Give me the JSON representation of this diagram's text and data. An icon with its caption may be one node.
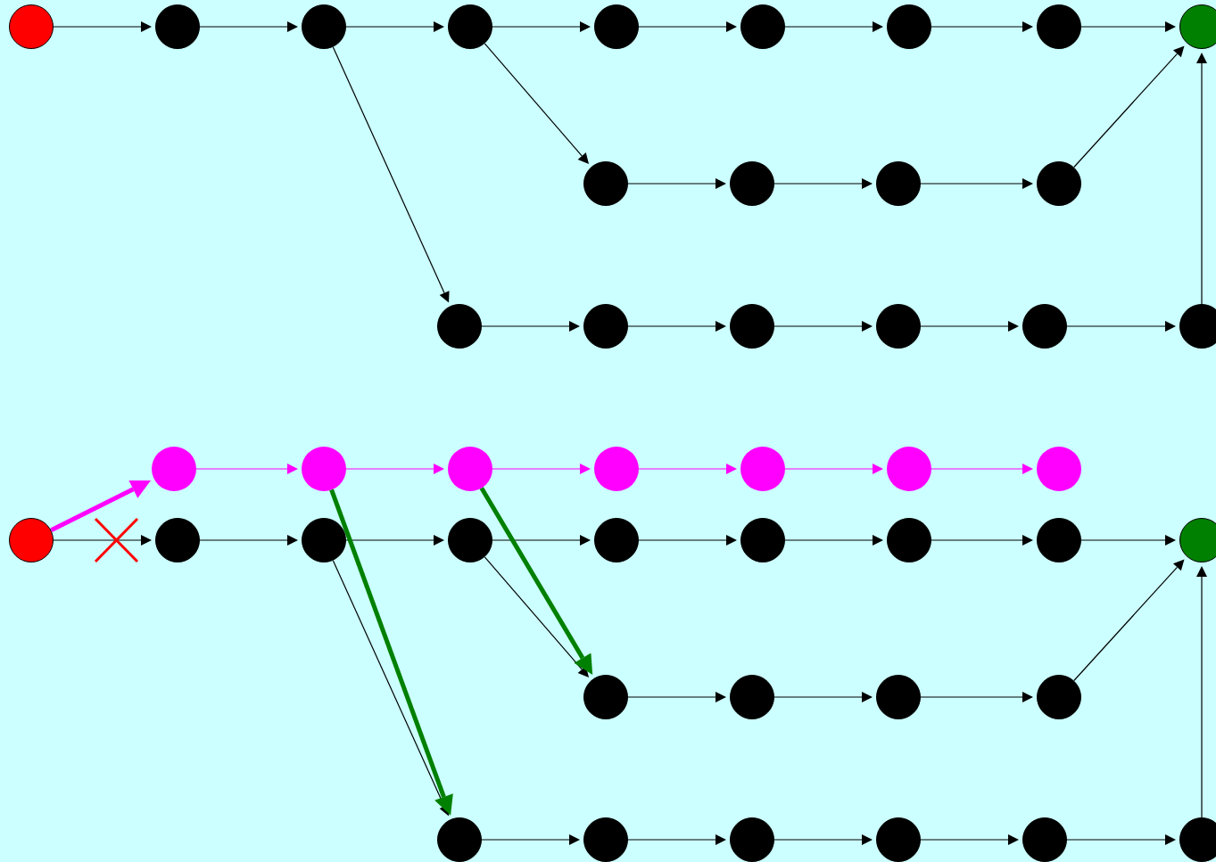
{
  "diagram": {
    "nodes": [
      {
        "text": [],
        "shape": "circle"
      },
      {
        "text": [],
        "shape": "circle"
      },
      {
        "text": [],
        "shape": "circle"
      },
      {
        "text": [],
        "shape": "circle"
      },
      {
        "text": [],
        "shape": "circle"
      },
      {
        "text": [],
        "shape": "circle"
      },
      {
        "text": [],
        "shape": "circle"
      },
      {
        "text": [],
        "shape": "circle"
      },
      {
        "text": [],
        "shape": "circle"
      },
      {
        "text": [],
        "shape": "circle"
      },
      {
        "text": [],
        "shape": "circle"
      },
      {
        "text": [],
        "shape": "circle"
      },
      {
        "text": [],
        "shape": "circle"
      },
      {
        "text": [],
        "shape": "circle"
      },
      {
        "text": [],
        "shape": "circle"
      },
      {
        "text": [],
        "shape": "circle"
      },
      {
        "text": [],
        "shape": "circle"
      },
      {
        "text": [],
        "shape": "circle"
      },
      {
        "text": [],
        "shape": "circle"
      },
      {
        "text": [],
        "shape": "circle"
      },
      {
        "text": [],
        "shape": "circle"
      },
      {
        "text": [],
        "shape": "circle"
      },
      {
        "text": [],
        "shape": "circle"
      },
      {
        "text": [],
        "shape": "circle"
      },
      {
        "text": [],
        "shape": "circle"
      },
      {
        "text": [],
        "shape": "circle"
      },
      {
        "text": [],
        "shape": "circle"
      },
      {
        "text": [],
        "shape": "circle"
      },
      {
        "text": [],
        "shape": "circle"
      },
      {
        "text": [],
        "shape": "circle"
      },
      {
        "text": [],
        "shape": "circle"
      },
      {
        "text": [],
        "shape": "circle"
      },
      {
        "text": [],
        "shape": "circle"
      },
      {
        "text": [],
        "shape": "circle"
      },
      {
        "text": [],
        "shape": "circle"
      },
      {
        "text": [],
        "shape": "circle"
      },
      {
        "text": [],
        "shape": "circle"
      },
      {
        "text": [],
        "shape": "circle"
      },
      {
        "text": [],
        "shape": "circle"
      },
      {
        "text": [],
        "shape": "circle"
      },
      {
        "text": [],
        "shape": "circle"
      },
      {
        "text": [],
        "shape": "circle"
      },
      {
        "text": [],
        "shape": "circle"
      },
      {
        "text": [],
        "shape": "circle"
      },
      {
        "text": [],
        "shape": "circle"
      }
    ],
    "edges": [
      {
        "from": 0,
        "to": 1,
        "arrow": "to"
      },
      {
        "from": 1,
        "to": 2,
        "arrow": "to"
      },
      {
        "from": 2,
        "to": 3,
        "arrow": "to"
      },
      {
        "from": 3,
        "to": 4,
        "arrow": "to"
      },
      {
        "from": 4,
        "to": 5,
        "arrow": "to"
      },
      {
        "from": 5,
        "to": 6,
        "arrow": "to"
      },
      {
        "from": 6,
        "to": 7,
        "arrow": "to"
      },
      {
        "from": 7,
        "to": 8,
        "arrow": "to"
      },
      {
        "from": 2,
        "to": 13,
        "arrow": "to"
      },
      {
        "from": 3,
        "to": 9,
        "arrow": "to"
      },
      {
        "from": 9,
        "to": 10,
        "arrow": "to"
      },
      {
        "from": 10,
        "to": 11,
        "arrow": "to"
      },
      {
        "from": 11,
        "to": 12,
        "arrow": "to"
      },
      {
        "from": 12,
        "to": 8,
        "arrow": "to"
      },
      {
        "from": 13,
        "to": 14,
        "arrow": "to"
      },
      {
        "from": 14,
        "to": 15,
        "arrow": "to"
      },
      {
        "from": 15,
        "to": 16,
        "arrow": "to"
      },
      {
        "from": 16,
        "to": 17,
        "arrow": "to"
      },
      {
        "from": 17,
        "to": 18,
        "arrow": "to"
      },
      {
        "from": 18,
        "to": 8,
        "arrow": "to"
      },
      {
        "from": 26,
        "to": 19,
        "arrow": "to",
        "style": "thick",
        "color": "#ff00ff"
      },
      {
        "from": 19,
        "to": 20,
        "arrow": "to",
        "color": "#ff00ff"
      },
      {
        "from": 20,
        "to": 21,
        "arrow": "to",
        "color": "#ff00ff"
      },
      {
        "from": 21,
        "to": 22,
        "arrow": "to",
        "color": "#ff00ff"
      },
      {
        "from": 22,
        "to": 23,
        "arrow": "to",
        "color": "#ff00ff"
      },
      {
        "from": 23,
        "to": 24,
        "arrow": "to",
        "color": "#ff00ff"
      },
      {
        "from": 24,
        "to": 25,
        "arrow": "to",
        "color": "#ff00ff"
      },
      {
        "from": 26,
        "to": 27,
        "arrow": "to"
      },
      {
        "from": 27,
        "to": 28,
        "arrow": "to"
      },
      {
        "from": 28,
        "to": 29,
        "arrow": "to"
      },
      {
        "from": 29,
        "to": 30,
        "arrow": "to"
      },
      {
        "from": 30,
        "to": 31,
        "arrow": "to"
      },
      {
        "from": 31,
        "to": 32,
        "arrow": "to"
      },
      {
        "from": 32,
        "to": 33,
        "arrow": "to"
      },
      {
        "from": 33,
        "to": 34,
        "arrow": "to"
      },
      {
        "from": 28,
        "to": 39,
        "arrow": "to"
      },
      {
        "from": 29,
        "to": 35,
        "arrow": "to"
      },
      {
        "from": 35,
        "to": 36,
        "arrow": "to"
      },
      {
        "from": 36,
        "to": 37,
        "arrow": "to"
      },
      {
        "from": 37,
        "to": 38,
        "arrow": "to"
      },
      {
        "from": 38,
        "to": 34,
        "arrow": "to"
      },
      {
        "from": 39,
        "to": 40,
        "arrow": "to"
      },
      {
        "from": 40,
        "to": 41,
        "arrow": "to"
      },
      {
        "from": 41,
        "to": 42,
        "arrow": "to"
      },
      {
        "from": 42,
        "to": 43,
        "arrow": "to"
      },
      {
        "from": 43,
        "to": 44,
        "arrow": "to"
      },
      {
        "from": 44,
        "to": 34,
        "arrow": "to"
      },
      {
        "from": 20,
        "to": 39,
        "arrow": "to",
        "style": "thick",
        "color": "#008000"
      },
      {
        "from": 21,
        "to": 35,
        "arrow": "to",
        "style": "thick",
        "color": "#008000"
      }
    ]
  }
}
